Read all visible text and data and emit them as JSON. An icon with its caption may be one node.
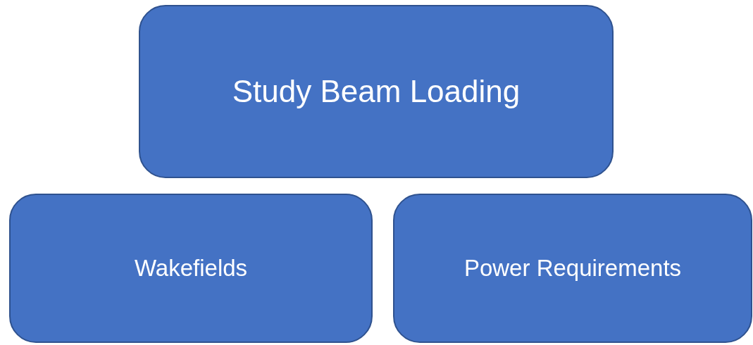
{
  "diagram": {
    "nodes": [
      {
        "text": [
          "Study Beam Loading"
        ]
      },
      {
        "text": [
          "Wakefields"
        ]
      },
      {
        "text": [
          "Power Requirements"
        ]
      }
    ]
  }
}
